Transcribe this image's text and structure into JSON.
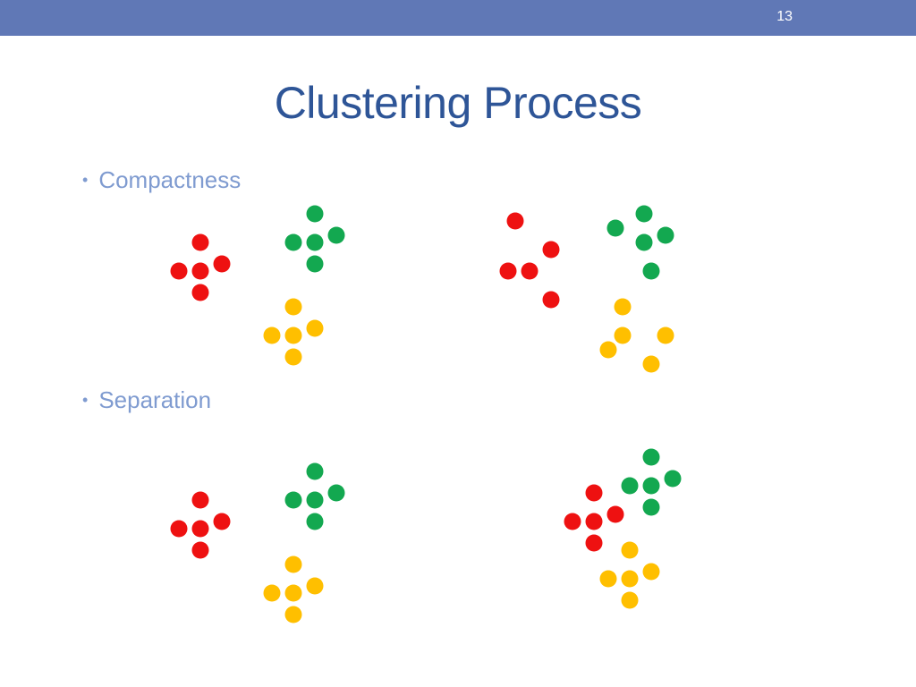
{
  "slide": {
    "number": "13",
    "title": "Clustering Process",
    "bullets": [
      {
        "label": "Compactness"
      },
      {
        "label": "Separation"
      }
    ]
  },
  "colors": {
    "header_bar": "#6078b6",
    "title": "#2e5597",
    "bullet_text": "#7f9bd0",
    "red": "#ee1111",
    "green": "#13a850",
    "yellow": "#ffbf00"
  },
  "diagrams": [
    {
      "name": "compactness-tight",
      "clusters": [
        {
          "color": "red",
          "points": 5
        },
        {
          "color": "green",
          "points": 5
        },
        {
          "color": "yellow",
          "points": 5
        }
      ]
    },
    {
      "name": "compactness-loose",
      "clusters": [
        {
          "color": "red",
          "points": 5
        },
        {
          "color": "green",
          "points": 5
        },
        {
          "color": "yellow",
          "points": 5
        }
      ]
    },
    {
      "name": "separation-well",
      "clusters": [
        {
          "color": "red",
          "points": 5
        },
        {
          "color": "green",
          "points": 5
        },
        {
          "color": "yellow",
          "points": 5
        }
      ]
    },
    {
      "name": "separation-poor",
      "clusters": [
        {
          "color": "red",
          "points": 5
        },
        {
          "color": "green",
          "points": 5
        },
        {
          "color": "yellow",
          "points": 5
        }
      ]
    }
  ]
}
